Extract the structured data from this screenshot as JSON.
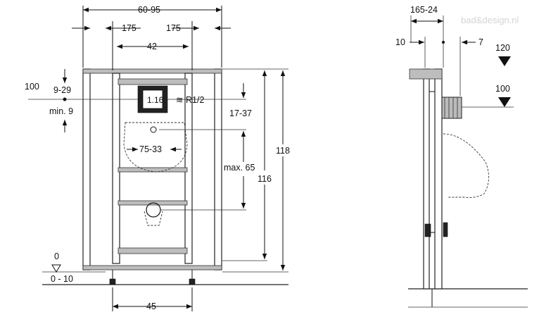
{
  "watermark": "bad&design.nl",
  "front_view": {
    "dims": {
      "overall_width": "60-95",
      "inner_width": "42",
      "side_left": "175",
      "side_right": "175",
      "bottom_width": "45",
      "left_marker": "100",
      "range_9_29": "9-29",
      "min_9": "min. 9",
      "floor_zero": "0",
      "floor_range": "0 - 10",
      "height_17_37": "17-37",
      "inner_7_33": "75-33",
      "max_65": "max. 65",
      "height_116": "116",
      "height_118": "118",
      "thread": "R1/2"
    }
  },
  "side_view": {
    "dims": {
      "top_range": "165-24",
      "offset_10": "10",
      "offset_7": "7",
      "level_120": "120",
      "level_100": "100"
    }
  }
}
